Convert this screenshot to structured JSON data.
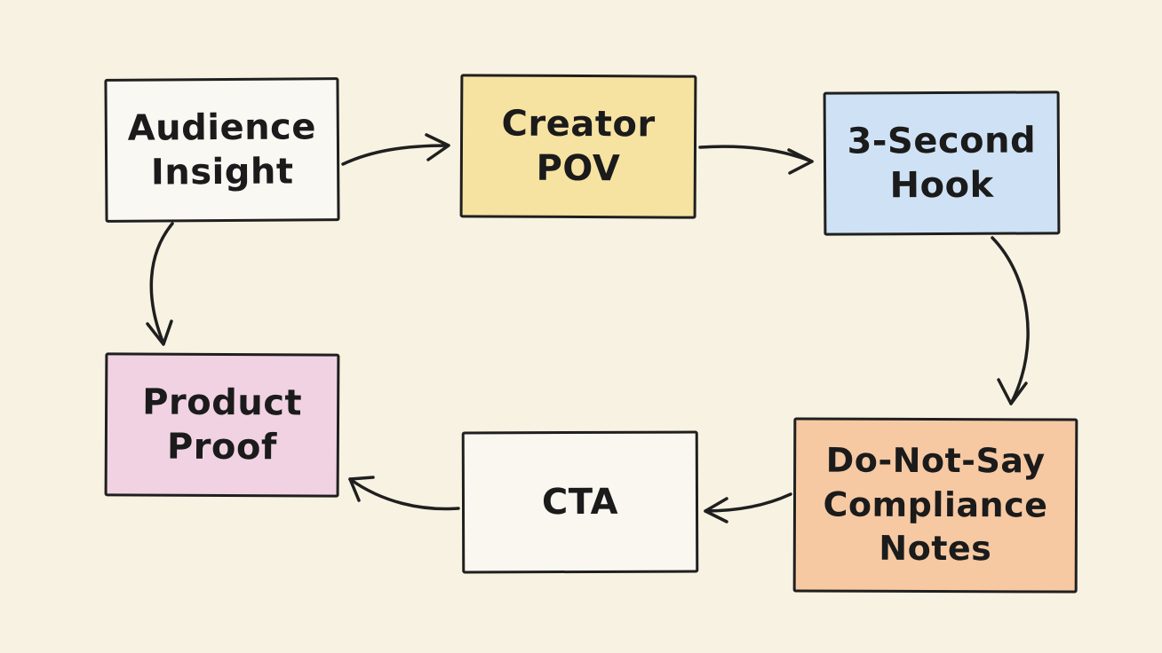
{
  "diagram": {
    "nodes": [
      {
        "id": "audience",
        "lines": [
          "Audience",
          "Insight"
        ],
        "fill": "#faf8f3"
      },
      {
        "id": "creator",
        "lines": [
          "Creator",
          "POV"
        ],
        "fill": "#f6e3a2"
      },
      {
        "id": "hook",
        "lines": [
          "3-Second",
          "Hook"
        ],
        "fill": "#cfe2f5"
      },
      {
        "id": "product",
        "lines": [
          "Product",
          "Proof"
        ],
        "fill": "#f1d2e3"
      },
      {
        "id": "cta",
        "lines": [
          "CTA"
        ],
        "fill": "#faf7f0"
      },
      {
        "id": "dns",
        "lines": [
          "Do-Not-Say",
          "Compliance",
          "Notes"
        ],
        "fill": "#f6c9a3"
      }
    ],
    "edges": [
      {
        "from": "audience",
        "to": "creator"
      },
      {
        "from": "creator",
        "to": "hook"
      },
      {
        "from": "hook",
        "to": "dns"
      },
      {
        "from": "dns",
        "to": "cta"
      },
      {
        "from": "cta",
        "to": "product"
      },
      {
        "from": "audience",
        "to": "product"
      }
    ],
    "colors": {
      "background": "#f8f2e2",
      "stroke": "#1f1f1f"
    }
  }
}
